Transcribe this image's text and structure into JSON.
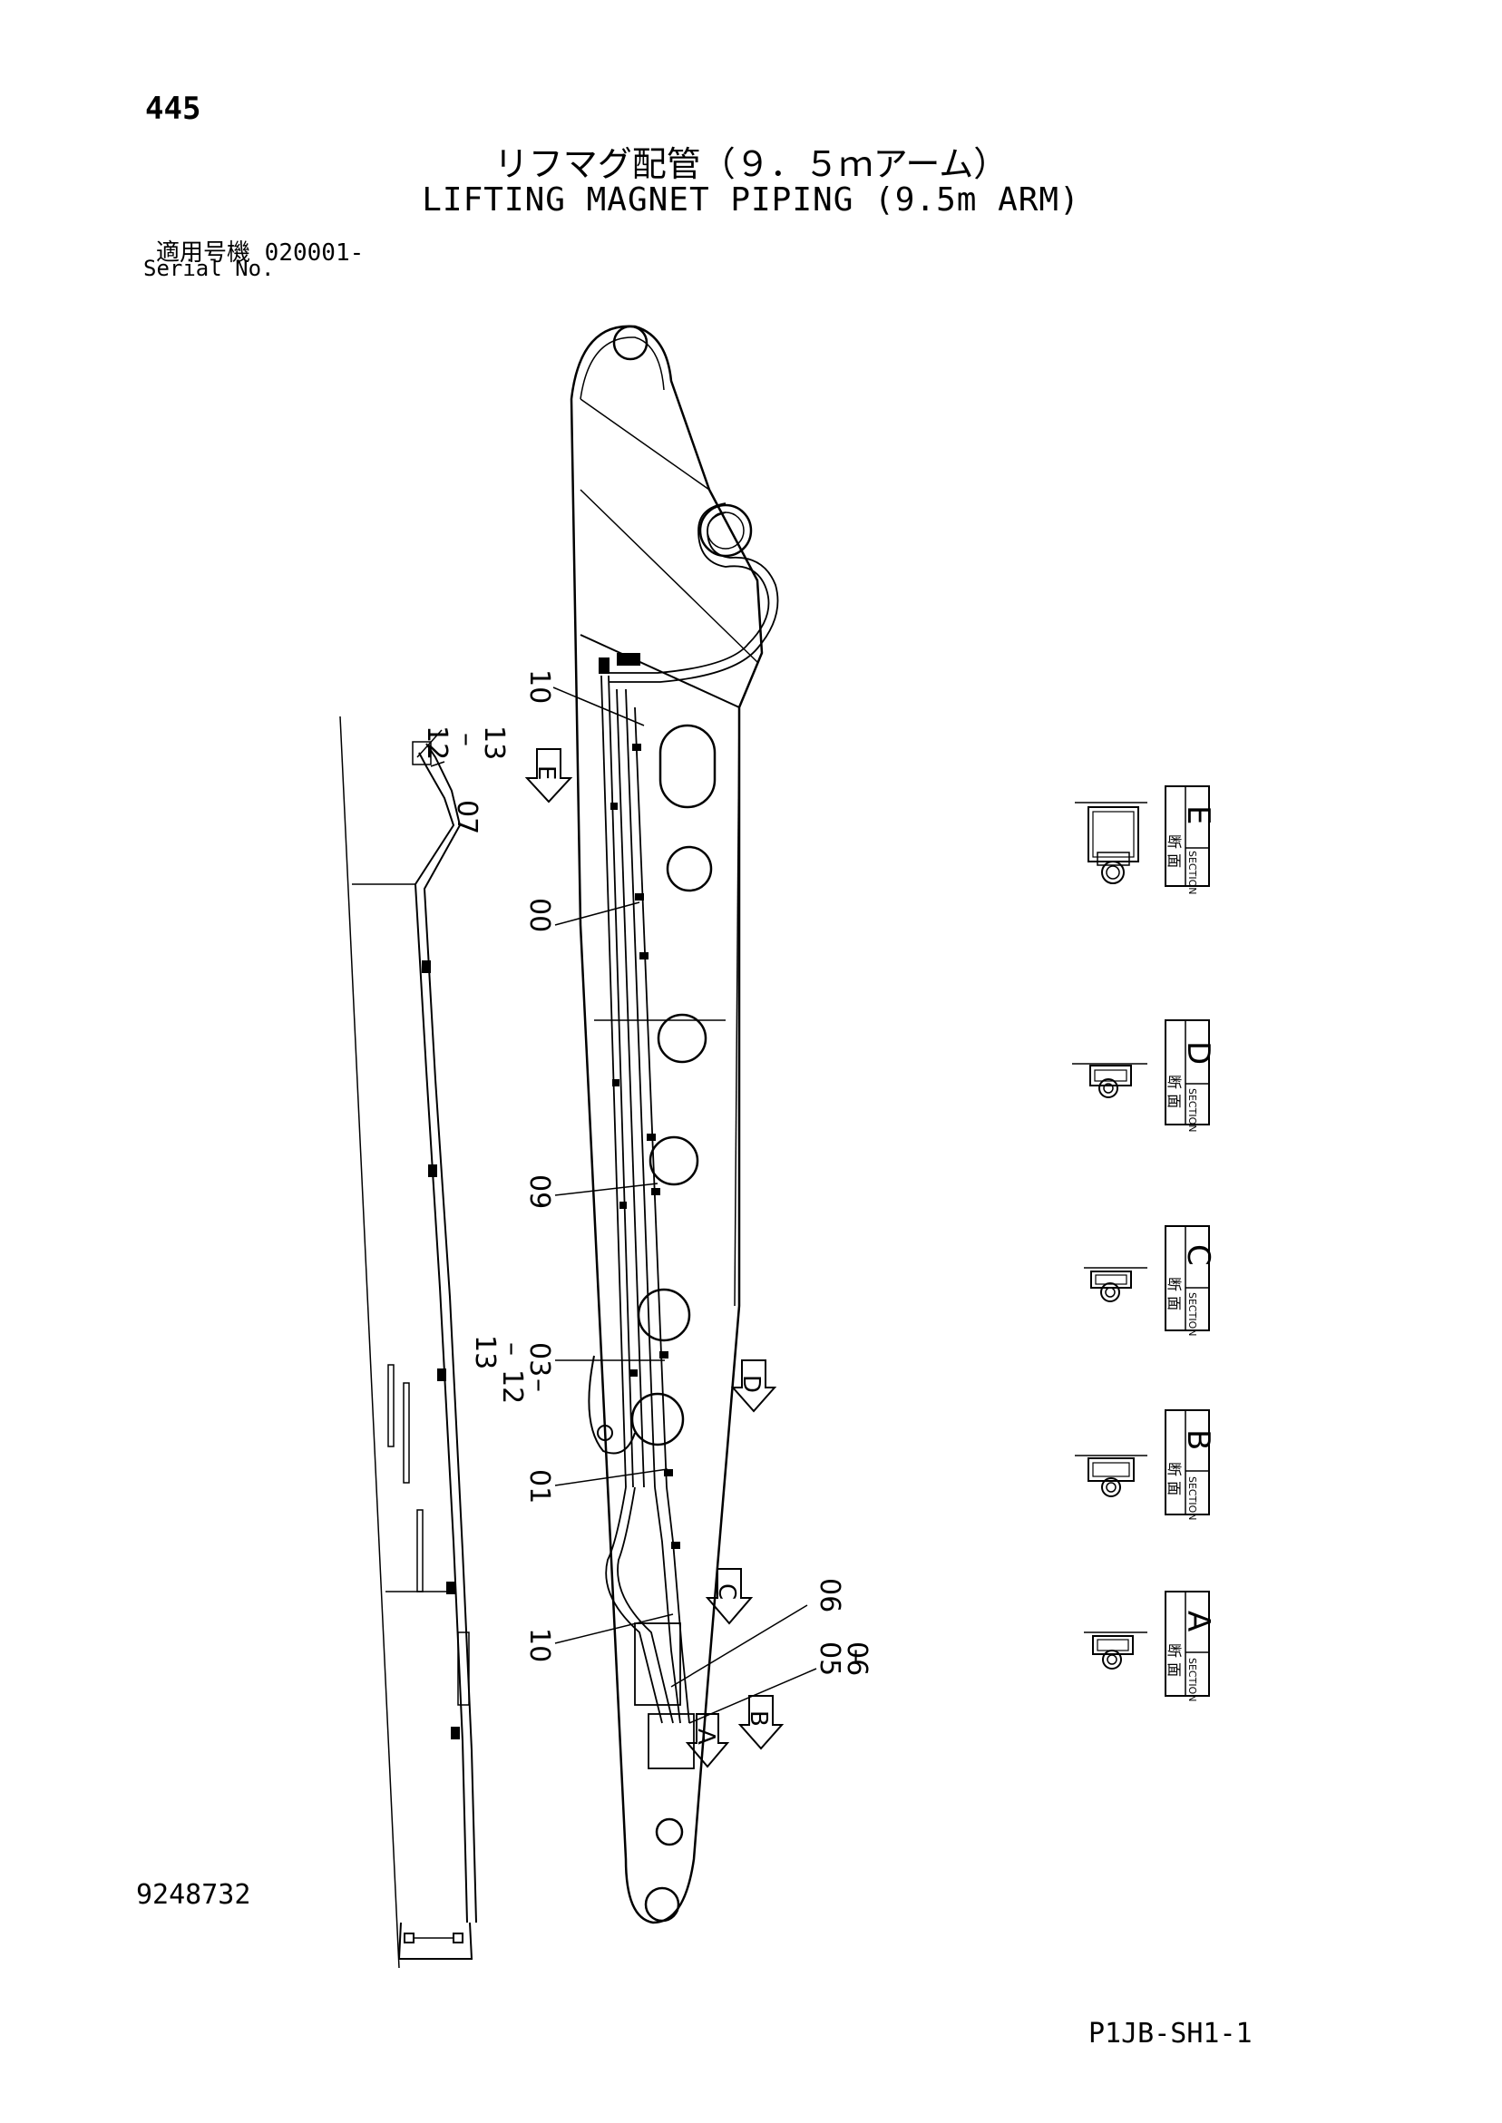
{
  "header": {
    "page_number": "445",
    "title_jp": "リフマグ配管（９．５ｍアーム）",
    "title_en": "LIFTING MAGNET PIPING (9.5m ARM)",
    "serial_label_jp": "適用号機",
    "serial_value": "020001-",
    "serial_label_en": "Serial No."
  },
  "callouts": {
    "c12_top": "12",
    "c13_top": "13",
    "c07": "07",
    "c10_top": "10",
    "c00": "00",
    "c09": "09",
    "c13_mid": "13",
    "c12_mid": "12",
    "c03": "03",
    "c01": "01",
    "c10_bottom": "10",
    "c06": "06",
    "c05": "05",
    "c06_b": "06"
  },
  "section_arrows": {
    "e": "E",
    "d": "D",
    "c": "C",
    "a": "A",
    "b": "B"
  },
  "sections": [
    {
      "letter": "E",
      "jp": "断 面",
      "en": "SECTION"
    },
    {
      "letter": "D",
      "jp": "断 面",
      "en": "SECTION"
    },
    {
      "letter": "C",
      "jp": "断 面",
      "en": "SECTION"
    },
    {
      "letter": "B",
      "jp": "断 面",
      "en": "SECTION"
    },
    {
      "letter": "A",
      "jp": "断 面",
      "en": "SECTION"
    }
  ],
  "footer": {
    "drawing_number": "9248732",
    "sheet_code": "P1JB-SH1-1"
  }
}
